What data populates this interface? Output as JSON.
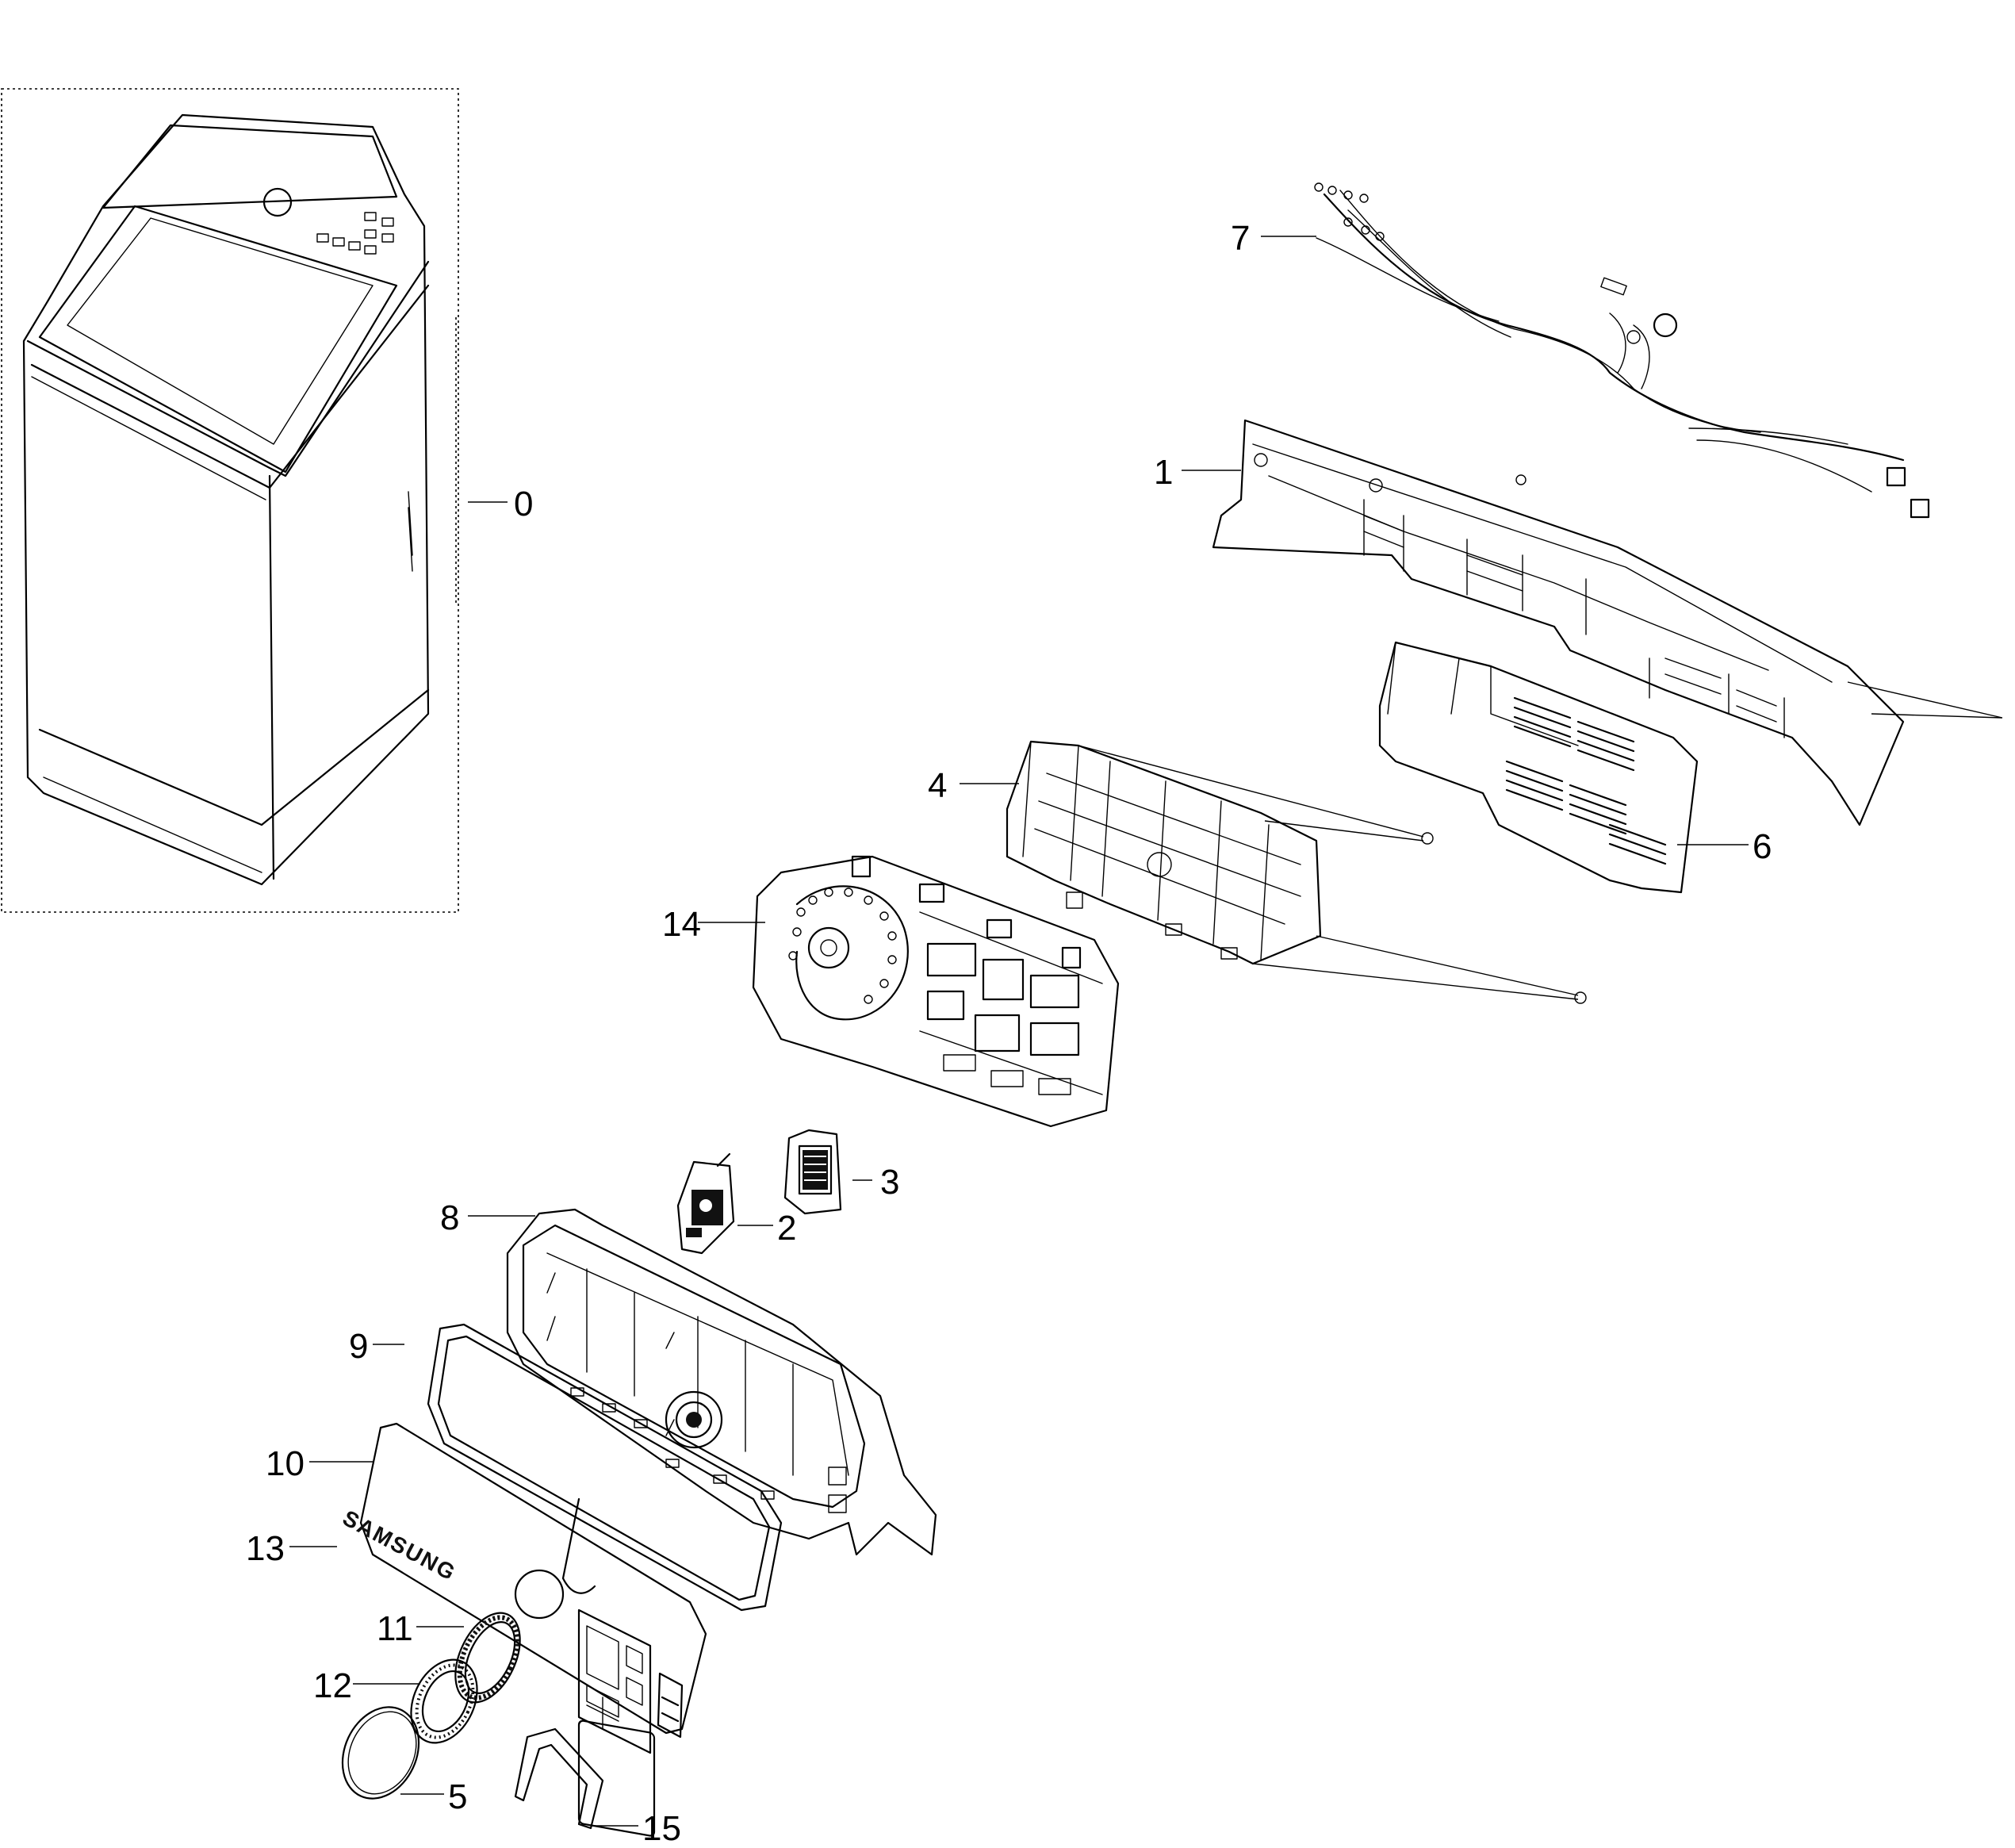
{
  "callouts": [
    "0",
    "1",
    "2",
    "3",
    "4",
    "5",
    "6",
    "7",
    "8",
    "9",
    "10",
    "11",
    "12",
    "13",
    "14",
    "15"
  ],
  "parts": [
    {
      "label": "0",
      "icon": "washer-icon"
    },
    {
      "label": "1",
      "icon": "control-panel-frame-icon"
    },
    {
      "label": "2",
      "icon": "switch-module-icon"
    },
    {
      "label": "3",
      "icon": "connector-module-icon"
    },
    {
      "label": "4",
      "icon": "pcb-cover-icon"
    },
    {
      "label": "5",
      "icon": "knob-cap-icon"
    },
    {
      "label": "6",
      "icon": "pcb-bracket-icon"
    },
    {
      "label": "7",
      "icon": "wire-harness-icon"
    },
    {
      "label": "8",
      "icon": "panel-housing-icon"
    },
    {
      "label": "9",
      "icon": "panel-gasket-icon"
    },
    {
      "label": "10",
      "icon": "front-panel-icon"
    },
    {
      "label": "11",
      "icon": "knob-ring-icon"
    },
    {
      "label": "12",
      "icon": "knob-icon"
    },
    {
      "label": "13",
      "icon": "logo-badge-icon"
    },
    {
      "label": "14",
      "icon": "main-pcb-icon"
    },
    {
      "label": "15",
      "icon": "display-window-icon"
    }
  ],
  "logo_text": "SAMSUNG"
}
